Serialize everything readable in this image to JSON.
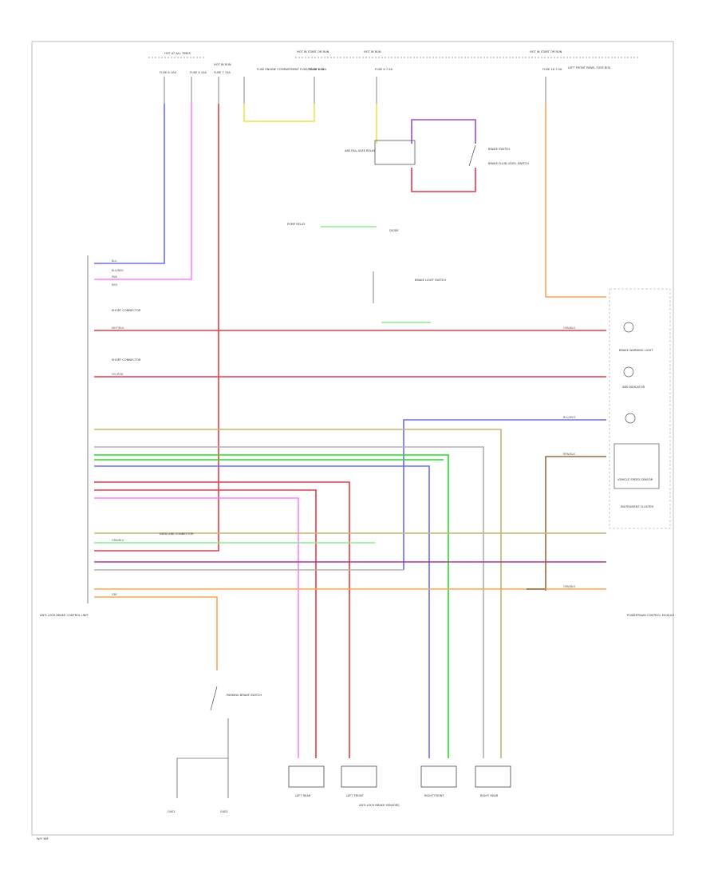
{
  "page": {
    "footer_code": "W/Y 38F"
  },
  "colors": {
    "blue": "#6b6bff",
    "pink": "#ff80ff",
    "red": "#e83a4a",
    "yellow": "#e6e64a",
    "orange": "#ffa64d",
    "light_green": "#88ee88",
    "olive": "#c8b46a",
    "green": "#22dd22",
    "brown": "#9a6a3a",
    "magenta": "#b0368a",
    "violet": "#9b4dd6",
    "gray": "#b0b0b0"
  },
  "top_fuses": {
    "group1_header": "HOT AT ALL TIMES",
    "fuse_a": "FUSE 8 10A",
    "fuse_b": "FUSE 4 10A",
    "fuse_c_header": "HOT IN RUN",
    "fuse_c": "FUSE 7 15A",
    "note1": "FUSE ENGINE COMPARTMENT FUSE/RELAY BOX",
    "group2_header": "HOT IN START OR RUN",
    "fuse_d": "FUSE 1 15A",
    "group3_header": "HOT IN RUN",
    "fuse_e": "FUSE 6 7.5A",
    "group4_header": "HOT IN START OR RUN",
    "fuse_f": "FUSE 18 7.5A",
    "note2": "LEFT FRONT PANEL FUSE BOX"
  },
  "components": {
    "abs_relay": "ABS FAIL-SAFE RELAY",
    "brake_switch": "BRAKE SWITCH",
    "brake_fluid": "BRAKE FLUID LEVEL SWITCH",
    "brake_light_switch": "BRAKE LIGHT SWITCH",
    "diode": "DIODE",
    "pump_relay": "PUMP RELAY",
    "abs_control_unit": "ANTI-LOCK BRAKE CONTROL UNIT",
    "vss": "VEHICLE SPEED SENSOR",
    "instrument_cluster": "INSTRUMENT CLUSTER",
    "pcm": "POWERTRAIN CONTROL MODULE",
    "parking_brake_switch": "PARKING BRAKE SWITCH",
    "ignition_ground": "G401",
    "body_ground": "G402",
    "data_link": "DATA LINK CONNECTOR",
    "short_connector_1": "SHORT CONNECTOR",
    "short_connector_2": "SHORT CONNECTOR",
    "brake_warning": "BRAKE WARNING LIGHT",
    "abs_light": "ABS INDICATOR"
  },
  "sensors": {
    "lr": "LEFT REAR",
    "lf": "LEFT FRONT",
    "rf": "RIGHT FRONT",
    "rr": "RIGHT REAR",
    "caption": "ANTI-LOCK BRAKE SENSORS"
  },
  "wires": {
    "w1": "BLU",
    "w2": "BLU/RED",
    "w3": "PNK",
    "w4": "RED",
    "w5": "WHT/BLK",
    "w6": "YEL/RED",
    "w7": "GRN/BLK",
    "w8": "BLU/WHT",
    "w9": "BRN/BLK",
    "w10": "GRN/BLU",
    "w11": "ORN/BLK",
    "w12": "GRY"
  }
}
